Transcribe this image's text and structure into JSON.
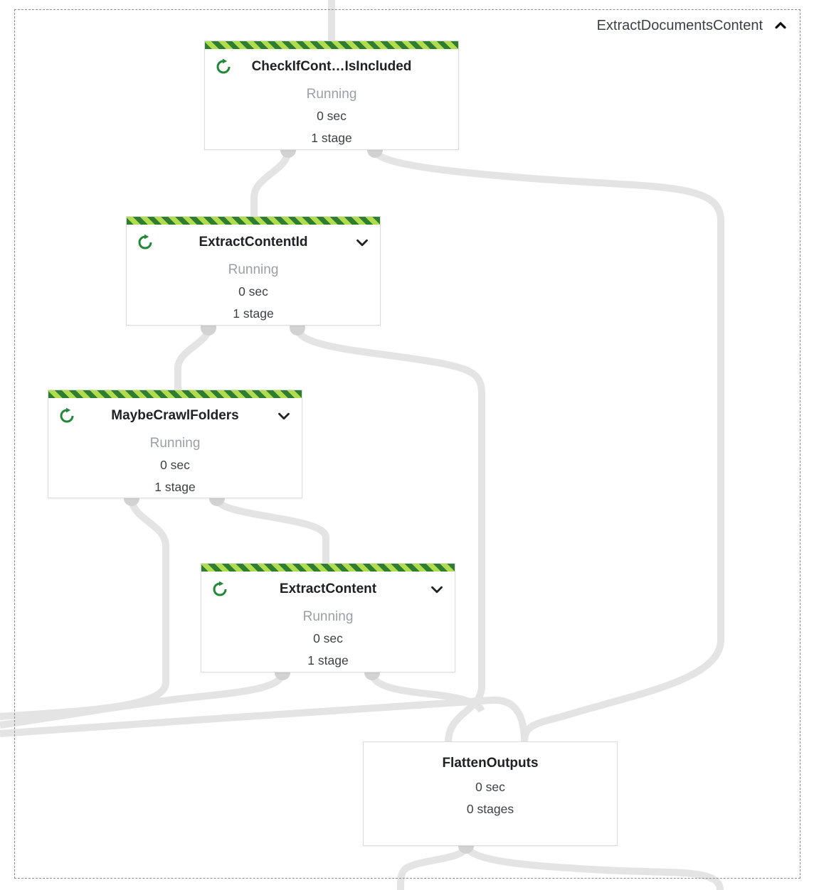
{
  "group": {
    "title": "ExtractDocumentsContent",
    "collapse_icon": "chevron-up"
  },
  "nodes": [
    {
      "id": "check-if-content-is-included",
      "title": "CheckIfCont…IsIncluded",
      "status": "Running",
      "duration": "0 sec",
      "stages": "1 stage",
      "running": true,
      "expandable": false
    },
    {
      "id": "extract-content-id",
      "title": "ExtractContentId",
      "status": "Running",
      "duration": "0 sec",
      "stages": "1 stage",
      "running": true,
      "expandable": true
    },
    {
      "id": "maybe-crawl-folders",
      "title": "MaybeCrawlFolders",
      "status": "Running",
      "duration": "0 sec",
      "stages": "1 stage",
      "running": true,
      "expandable": true
    },
    {
      "id": "extract-content",
      "title": "ExtractContent",
      "status": "Running",
      "duration": "0 sec",
      "stages": "1 stage",
      "running": true,
      "expandable": true
    },
    {
      "id": "flatten-outputs",
      "title": "FlattenOutputs",
      "status": "",
      "duration": "0 sec",
      "stages": "0 stages",
      "running": false,
      "expandable": false
    }
  ],
  "colors": {
    "stripe_dark": "#2e7d32",
    "stripe_light": "#b0dc4e",
    "running_icon": "#208837",
    "edge": "#e4e4e4",
    "bump": "#d2d2d2"
  }
}
